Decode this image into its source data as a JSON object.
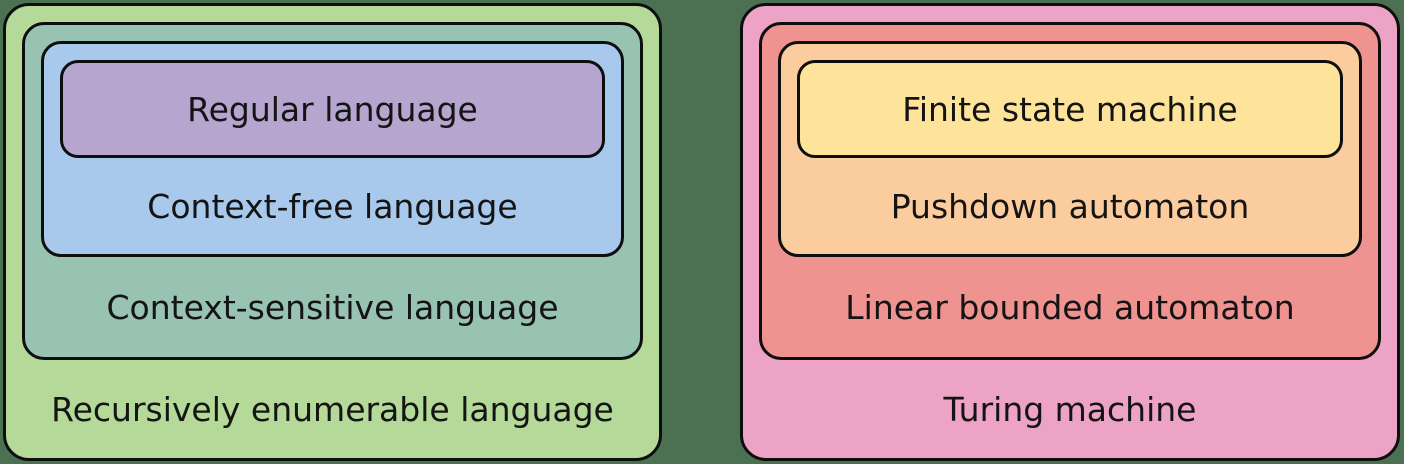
{
  "canvas": {
    "background": "#4b7152",
    "border_color": "#0e0e0e",
    "text_color": "#141414"
  },
  "panels": [
    {
      "name": "language-hierarchy",
      "levels": [
        {
          "label": "Recursively enumerable language",
          "color": "#b4d998"
        },
        {
          "label": "Context-sensitive language",
          "color": "#98c2b2"
        },
        {
          "label": "Context-free language",
          "color": "#a9c9ec"
        },
        {
          "label": "Regular language",
          "color": "#b5a5cf"
        }
      ]
    },
    {
      "name": "automata-hierarchy",
      "levels": [
        {
          "label": "Turing machine",
          "color": "#eca3c6"
        },
        {
          "label": "Linear bounded automaton",
          "color": "#ef9390"
        },
        {
          "label": "Pushdown automaton",
          "color": "#fbcc9d"
        },
        {
          "label": "Finite state machine",
          "color": "#fde49a"
        }
      ]
    }
  ]
}
